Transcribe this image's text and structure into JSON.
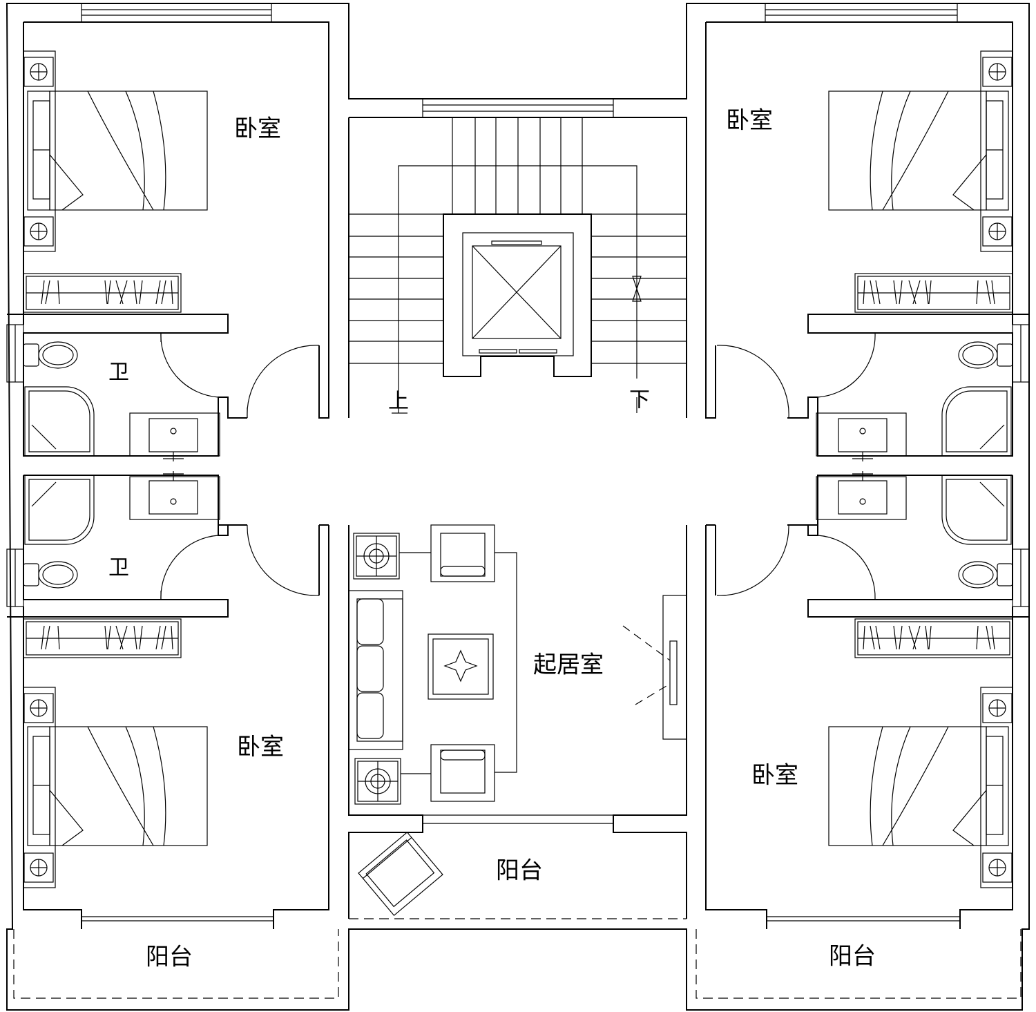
{
  "rooms": {
    "bedroom_tl": "卧室",
    "bedroom_tr": "卧室",
    "bedroom_bl": "卧室",
    "bedroom_br": "卧室",
    "bath_top": "卫",
    "bath_bottom": "卫",
    "living": "起居室",
    "balcony_center": "阳台",
    "balcony_left": "阳台",
    "balcony_right": "阳台"
  },
  "stairs": {
    "up": "上",
    "down": "下"
  }
}
